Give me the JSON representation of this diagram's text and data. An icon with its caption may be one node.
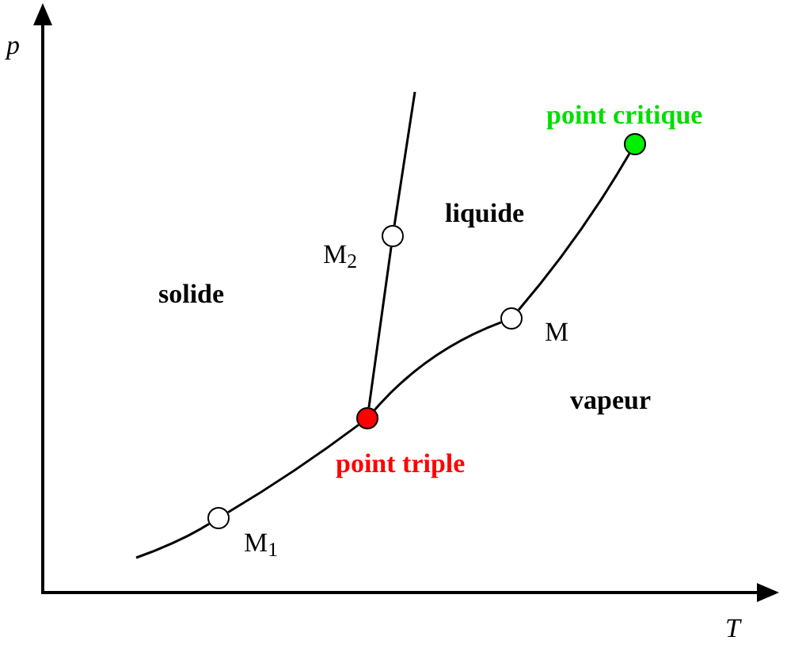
{
  "diagram": {
    "nodes": [
      {
        "text": [],
        "shape": "circle",
        "beside": [
          "M$_{1}$"
        ]
      },
      {
        "text": [],
        "shape": "circle",
        "beside": [
          "point triple"
        ]
      },
      {
        "text": [],
        "shape": "circle",
        "beside": [
          "M$_{2}$"
        ]
      },
      {
        "text": [],
        "shape": "circle",
        "beside": [
          "M"
        ]
      },
      {
        "text": [],
        "shape": "circle",
        "beside": [
          "point critique"
        ]
      }
    ],
    "edges": [
      {
        "from": null,
        "to": 0,
        "arrow": "none"
      },
      {
        "from": 0,
        "to": 1,
        "arrow": "none"
      },
      {
        "from": 1,
        "to": 2,
        "arrow": "none"
      },
      {
        "from": 2,
        "to": null,
        "arrow": "none"
      },
      {
        "from": 1,
        "to": 3,
        "arrow": "none"
      },
      {
        "from": 3,
        "to": 4,
        "arrow": "none"
      }
    ],
    "labels": [
      "p",
      "solide",
      "liquide",
      "vapeur",
      "T"
    ]
  }
}
